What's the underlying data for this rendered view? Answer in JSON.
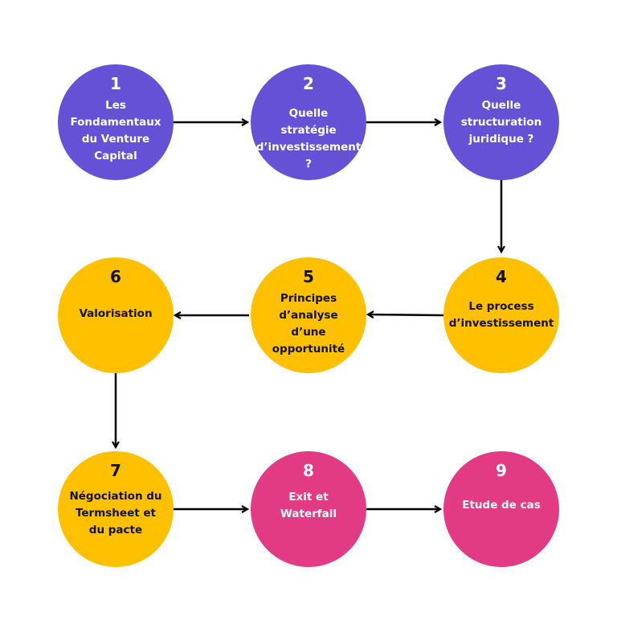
{
  "colors": {
    "purple": "#6551d6",
    "yellow": "#ffc000",
    "pink": "#e23a83",
    "arrow": "#000000"
  },
  "nodes": [
    {
      "number": "1",
      "label": "Les\nFondamentaux\ndu Venture\nCapital",
      "color": "purple"
    },
    {
      "number": "2",
      "label": "Quelle\nstratégie\nd’investissement ?",
      "color": "purple"
    },
    {
      "number": "3",
      "label": "Quelle\nstructuration\njuridique ?",
      "color": "purple"
    },
    {
      "number": "4",
      "label": "Le process\nd’investissement",
      "color": "yellow"
    },
    {
      "number": "5",
      "label": "Principes\nd’analyse\nd’une\nopportunité",
      "color": "yellow"
    },
    {
      "number": "6",
      "label": "Valorisation",
      "color": "yellow"
    },
    {
      "number": "7",
      "label": "Négociation du\nTermsheet et\ndu pacte",
      "color": "yellow"
    },
    {
      "number": "8",
      "label": "Exit et\nWaterfall",
      "color": "pink"
    },
    {
      "number": "9",
      "label": "Etude de cas",
      "color": "pink"
    }
  ],
  "edges": [
    {
      "from": "1",
      "to": "2"
    },
    {
      "from": "2",
      "to": "3"
    },
    {
      "from": "3",
      "to": "4"
    },
    {
      "from": "4",
      "to": "5"
    },
    {
      "from": "5",
      "to": "6"
    },
    {
      "from": "6",
      "to": "7"
    },
    {
      "from": "7",
      "to": "8"
    },
    {
      "from": "8",
      "to": "9"
    }
  ]
}
